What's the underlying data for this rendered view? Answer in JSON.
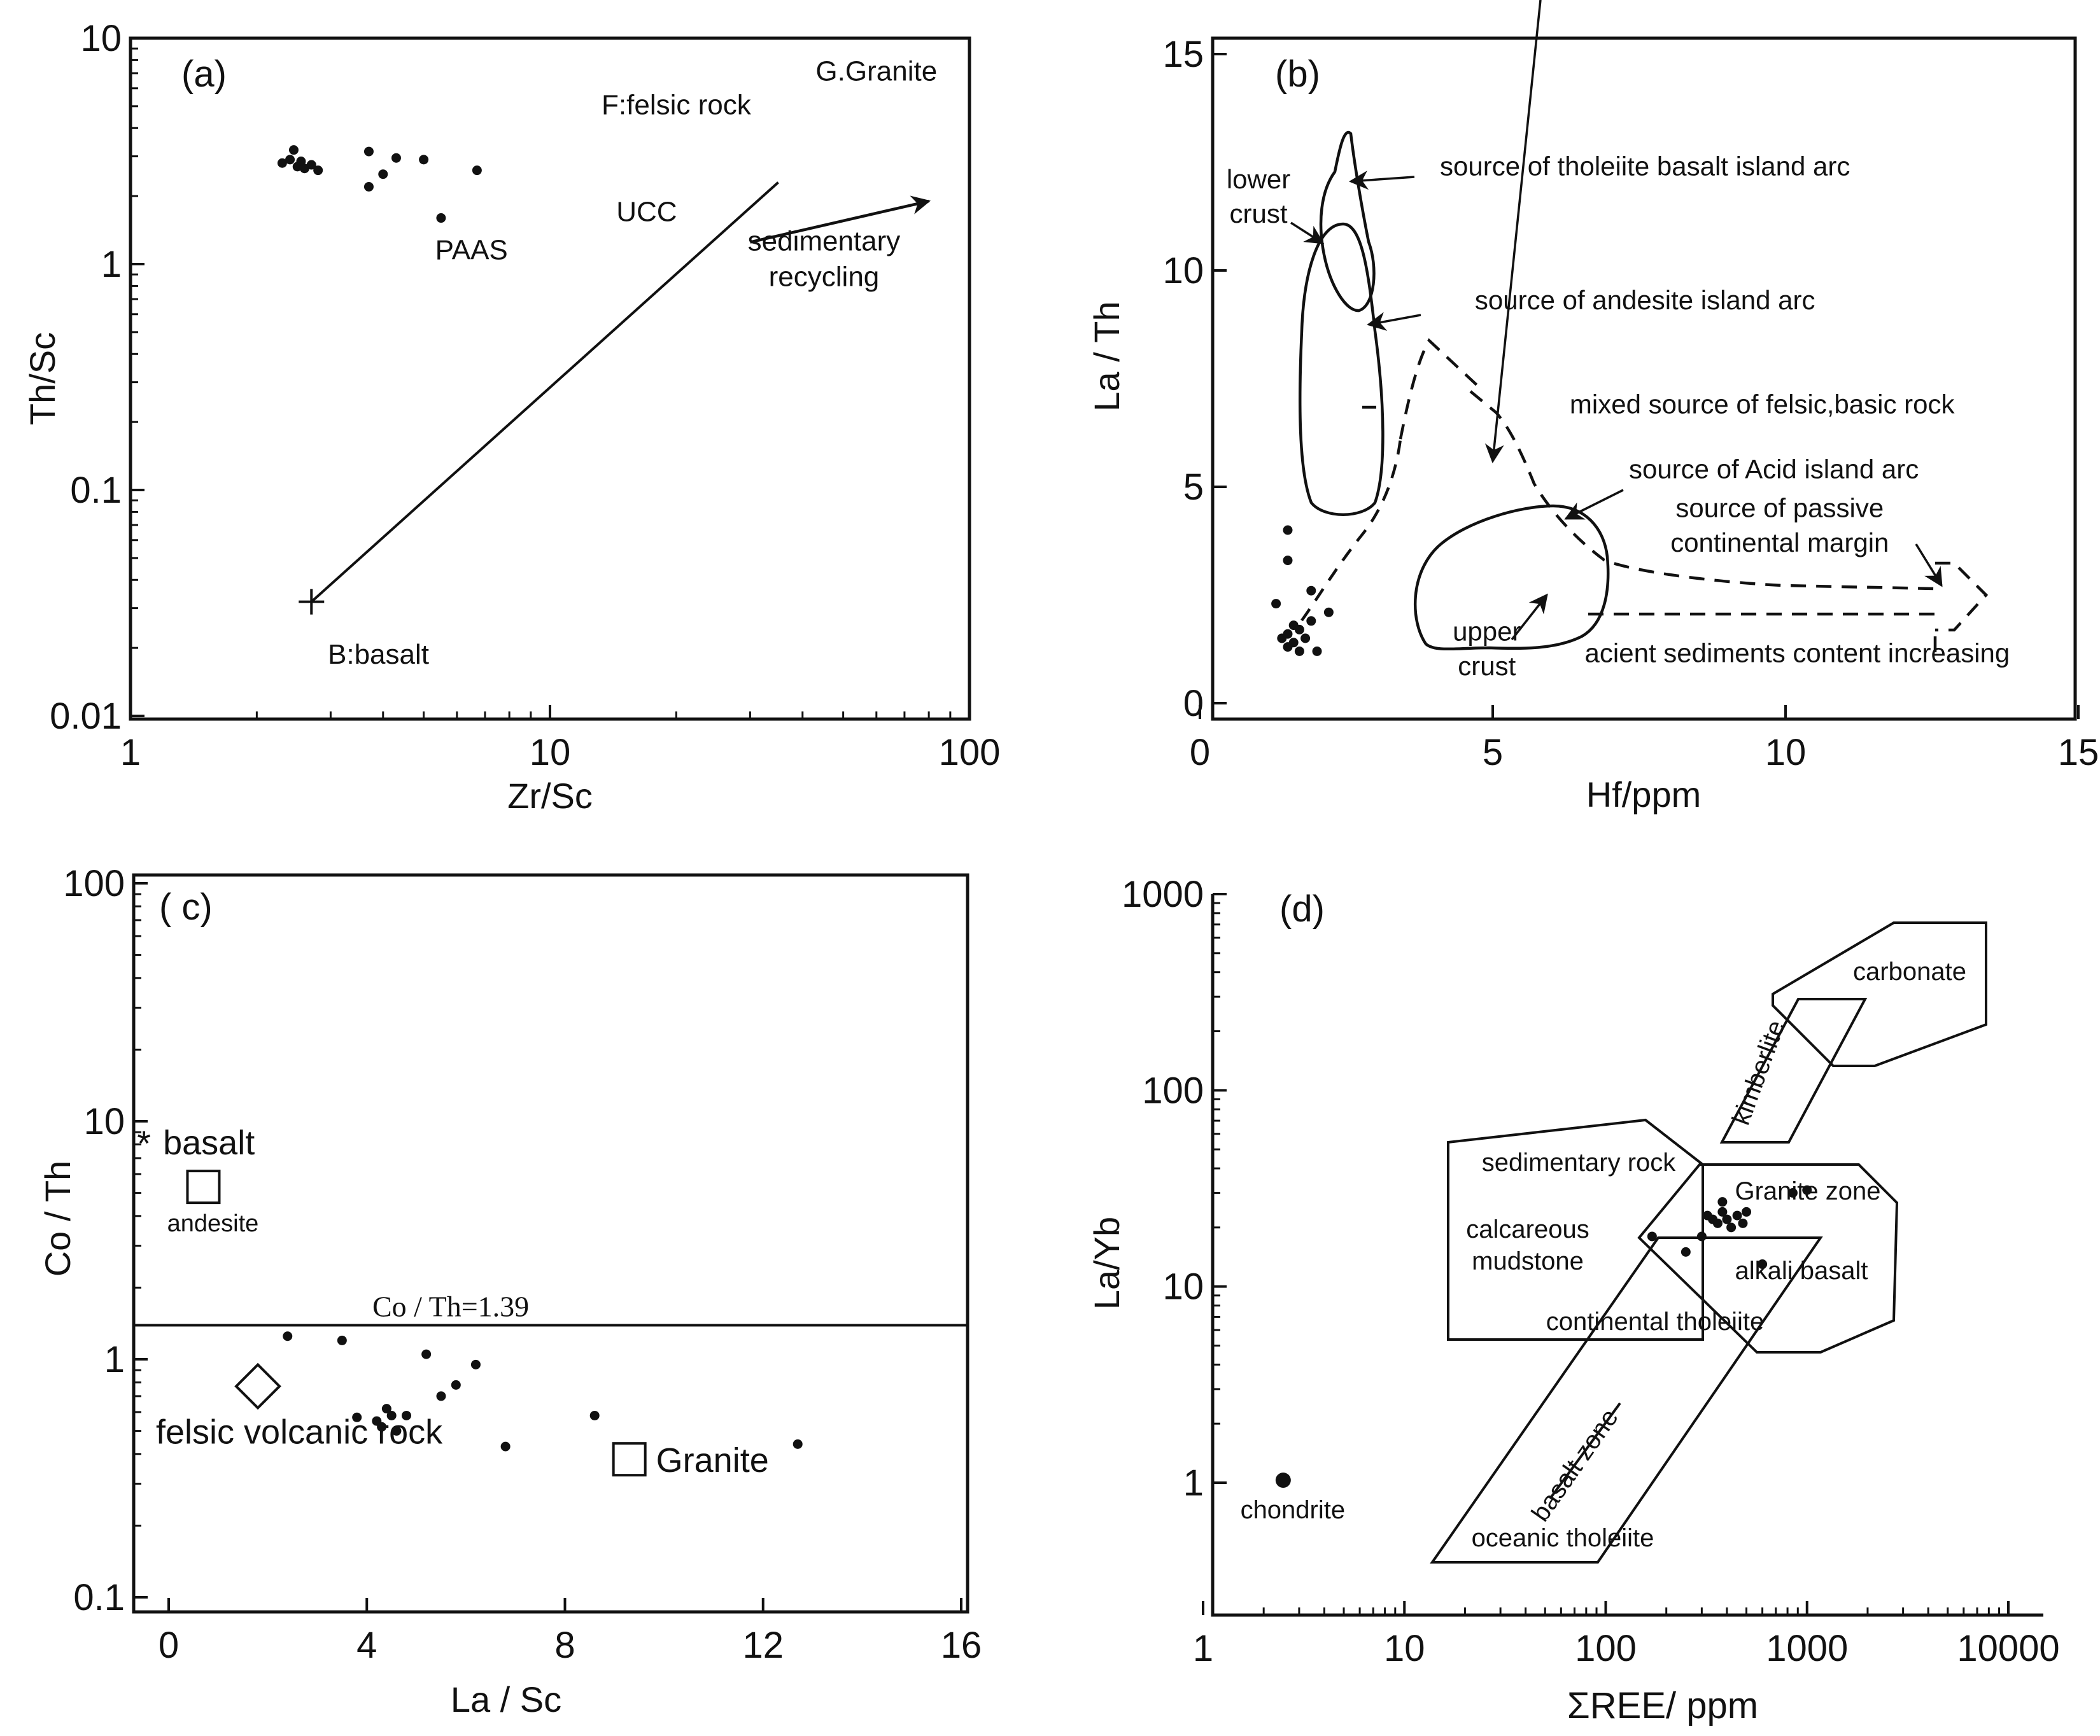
{
  "chart_data": [
    {
      "type": "scatter",
      "panel_label": "(a)",
      "xlabel": "Zr/Sc",
      "ylabel": "Th/Sc",
      "x_scale": "log",
      "y_scale": "log",
      "xlim": [
        1,
        100
      ],
      "ylim": [
        0.01,
        10
      ],
      "x_ticks": [
        {
          "value": 1,
          "label": "1"
        },
        {
          "value": 10,
          "label": "10"
        },
        {
          "value": 100,
          "label": "100"
        }
      ],
      "y_ticks": [
        {
          "value": 0.01,
          "label": "0.01"
        },
        {
          "value": 0.1,
          "label": "0.1"
        },
        {
          "value": 1,
          "label": "1"
        },
        {
          "value": 10,
          "label": "10"
        }
      ],
      "points": [
        [
          2.3,
          2.8
        ],
        [
          2.4,
          2.9
        ],
        [
          2.45,
          3.2
        ],
        [
          2.5,
          2.7
        ],
        [
          2.55,
          2.85
        ],
        [
          2.6,
          2.65
        ],
        [
          2.7,
          2.75
        ],
        [
          2.8,
          2.6
        ],
        [
          3.7,
          3.15
        ],
        [
          3.7,
          2.2
        ],
        [
          4.0,
          2.5
        ],
        [
          4.3,
          2.95
        ],
        [
          5.0,
          2.9
        ],
        [
          5.5,
          1.6
        ],
        [
          6.7,
          2.6
        ]
      ],
      "trend_line": [
        [
          2.7,
          0.032
        ],
        [
          35,
          2.3
        ]
      ],
      "arrow": [
        [
          30,
          1.25
        ],
        [
          80,
          1.9
        ]
      ],
      "annotations": [
        {
          "text": "G.Granite",
          "x": 60,
          "y": 6.5
        },
        {
          "text": "F:felsic rock",
          "x": 20,
          "y": 4.6
        },
        {
          "text": "UCC",
          "x": 17,
          "y": 1.55
        },
        {
          "text": "PAAS",
          "x": 6.5,
          "y": 1.05
        },
        {
          "text": "sedimentary",
          "x": 45,
          "y": 1.15
        },
        {
          "text": "recycling",
          "x": 45,
          "y": 0.8
        },
        {
          "text": "B:basalt",
          "x": 3.9,
          "y": 0.017
        }
      ]
    },
    {
      "type": "scatter",
      "panel_label": "(b)",
      "xlabel": "Hf/ppm",
      "ylabel": "La / Th",
      "xlim": [
        0,
        15
      ],
      "ylim": [
        0,
        15
      ],
      "x_ticks": [
        {
          "value": 0,
          "label": "0"
        },
        {
          "value": 5,
          "label": "5"
        },
        {
          "value": 10,
          "label": "10"
        },
        {
          "value": 15,
          "label": "15"
        }
      ],
      "y_ticks": [
        {
          "value": 0,
          "label": "0"
        },
        {
          "value": 5,
          "label": "5"
        },
        {
          "value": 10,
          "label": "10"
        },
        {
          "value": 15,
          "label": "15"
        }
      ],
      "points": [
        [
          1.5,
          4.0
        ],
        [
          1.5,
          3.3
        ],
        [
          1.3,
          2.3
        ],
        [
          1.9,
          2.6
        ],
        [
          2.2,
          2.1
        ],
        [
          1.9,
          1.9
        ],
        [
          1.6,
          1.8
        ],
        [
          1.4,
          1.5
        ],
        [
          1.5,
          1.6
        ],
        [
          1.7,
          1.7
        ],
        [
          1.8,
          1.5
        ],
        [
          1.6,
          1.4
        ],
        [
          1.7,
          1.2
        ],
        [
          2.0,
          1.2
        ],
        [
          1.5,
          1.3
        ]
      ],
      "annotations": [
        {
          "text": "lower",
          "x": 1.0,
          "y": 11.9
        },
        {
          "text": "crust",
          "x": 1.0,
          "y": 11.1
        },
        {
          "text": "source of tholeiite basalt island arc",
          "x": 7.6,
          "y": 12.2
        },
        {
          "text": "source of andesite island arc",
          "x": 7.6,
          "y": 9.1
        },
        {
          "text": "mixed source of felsic,basic rock",
          "x": 9.6,
          "y": 6.7
        },
        {
          "text": "source of Acid island arc",
          "x": 9.8,
          "y": 5.2
        },
        {
          "text": "source of passive",
          "x": 9.9,
          "y": 4.3
        },
        {
          "text": "continental margin",
          "x": 9.9,
          "y": 3.5
        },
        {
          "text": "upper",
          "x": 4.9,
          "y": 1.45
        },
        {
          "text": "crust",
          "x": 4.9,
          "y": 0.65
        },
        {
          "text": "acient sediments content increasing",
          "x": 10.2,
          "y": 0.95
        }
      ]
    },
    {
      "type": "scatter",
      "panel_label": "( c)",
      "xlabel": "La / Sc",
      "ylabel": "Co / Th",
      "y_scale": "log",
      "xlim": [
        -0.9,
        16
      ],
      "ylim": [
        0.1,
        120
      ],
      "x_ticks": [
        {
          "value": 0,
          "label": "0"
        },
        {
          "value": 4,
          "label": "4"
        },
        {
          "value": 8,
          "label": "8"
        },
        {
          "value": 12,
          "label": "12"
        },
        {
          "value": 16,
          "label": "16"
        }
      ],
      "y_ticks": [
        {
          "value": 0.1,
          "label": "0.1"
        },
        {
          "value": 1,
          "label": "1"
        },
        {
          "value": 10,
          "label": "10"
        },
        {
          "value": 100,
          "label": "100"
        }
      ],
      "reference_line": {
        "y": 1.39,
        "label": "Co / Th=1.39"
      },
      "points": [
        [
          2.4,
          1.25
        ],
        [
          3.5,
          1.2
        ],
        [
          5.2,
          1.05
        ],
        [
          6.2,
          0.95
        ],
        [
          5.8,
          0.78
        ],
        [
          5.5,
          0.7
        ],
        [
          3.8,
          0.57
        ],
        [
          4.2,
          0.55
        ],
        [
          4.4,
          0.62
        ],
        [
          4.5,
          0.58
        ],
        [
          4.8,
          0.58
        ],
        [
          4.3,
          0.52
        ],
        [
          4.6,
          0.5
        ],
        [
          6.8,
          0.43
        ],
        [
          8.6,
          0.58
        ],
        [
          12.7,
          0.44
        ]
      ],
      "references": [
        {
          "name": "basalt",
          "x": -0.5,
          "y": 8.2,
          "marker": "asterisk"
        },
        {
          "name": "andesite",
          "x": 0.7,
          "y": 5.3,
          "marker": "square"
        },
        {
          "name": "felsic volcanic rock",
          "x": 1.8,
          "y": 0.77,
          "marker": "diamond"
        },
        {
          "name": "Granite",
          "x": 9.3,
          "y": 0.38,
          "marker": "square"
        }
      ]
    },
    {
      "type": "scatter",
      "panel_label": "(d)",
      "xlabel": "ΣREE/ ppm",
      "ylabel": "La/Yb",
      "x_scale": "log",
      "y_scale": "log",
      "xlim": [
        1,
        30000
      ],
      "ylim": [
        0.2,
        1000
      ],
      "x_ticks": [
        {
          "value": 1,
          "label": "1"
        },
        {
          "value": 10,
          "label": "10"
        },
        {
          "value": 100,
          "label": "100"
        },
        {
          "value": 1000,
          "label": "1000"
        },
        {
          "value": 10000,
          "label": "10000"
        }
      ],
      "y_ticks": [
        {
          "value": 1,
          "label": "1"
        },
        {
          "value": 10,
          "label": "10"
        },
        {
          "value": 100,
          "label": "100"
        },
        {
          "value": 1000,
          "label": "1000"
        }
      ],
      "points": [
        [
          320,
          23
        ],
        [
          340,
          22
        ],
        [
          360,
          21
        ],
        [
          380,
          24
        ],
        [
          400,
          22
        ],
        [
          420,
          20
        ],
        [
          450,
          23
        ],
        [
          480,
          21
        ],
        [
          500,
          24
        ],
        [
          380,
          27
        ],
        [
          300,
          18
        ],
        [
          170,
          18
        ],
        [
          250,
          15
        ],
        [
          600,
          13
        ],
        [
          850,
          30
        ],
        [
          1000,
          31
        ]
      ],
      "references": [
        {
          "name": "chondrite",
          "x": 2.5,
          "y": 1.03,
          "marker": "dot"
        }
      ],
      "field_labels": [
        "carbonate",
        "kimberlite",
        "sedimentary rock",
        "Granite zone",
        "calcareous",
        "mudstone",
        "alkali basalt",
        "continental tholeiite",
        "basalt zone",
        "oceanic tholeiite",
        "chondrite"
      ]
    }
  ]
}
